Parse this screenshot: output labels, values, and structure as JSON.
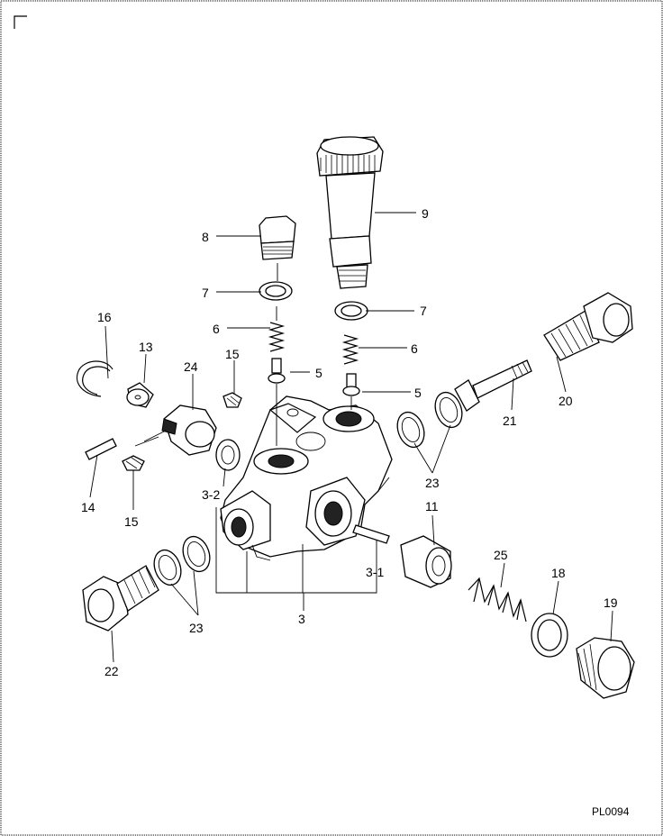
{
  "diagram": {
    "code": "PL0094",
    "labels": {
      "p3": "3",
      "p3_1": "3-1",
      "p3_2": "3-2",
      "p5a": "5",
      "p5b": "5",
      "p6a": "6",
      "p6b": "6",
      "p7a": "7",
      "p7b": "7",
      "p8": "8",
      "p9": "9",
      "p11": "11",
      "p13": "13",
      "p14": "14",
      "p15a": "15",
      "p15b": "15",
      "p16": "16",
      "p18": "18",
      "p19": "19",
      "p20": "20",
      "p21": "21",
      "p22": "22",
      "p23a": "23",
      "p23b": "23",
      "p24": "24",
      "p25": "25"
    }
  }
}
